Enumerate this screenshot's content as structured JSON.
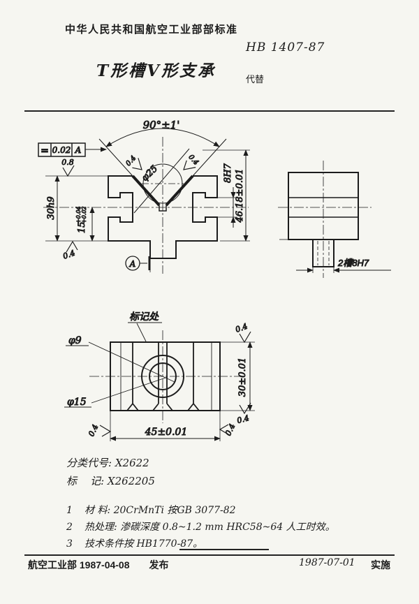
{
  "header": {
    "org": "中华人民共和国航空工业部部标准",
    "standard_no": "HB 1407-87",
    "title": "T形槽V形支承",
    "supersede_label": "代替"
  },
  "front_view": {
    "angle": "90°±1'",
    "tol_symbol": "=",
    "tol_value": "0.02",
    "tol_datum": "A",
    "rough_top": "0.8",
    "gauge_dia": "φ25",
    "rough_slope_left": "0.4",
    "rough_slope_right": "0.4",
    "slot_width": "8H7",
    "gauge_height": "46.18±0.01",
    "height": "30h9",
    "head_dim": "15",
    "head_tol_upper": "+0.04",
    "head_tol_lower": "+0.02",
    "rough_bottom": "0.4",
    "datum_label": "A"
  },
  "side_view": {
    "slot_label": "2槽8H7"
  },
  "bottom_view": {
    "mark_label": "标记处",
    "hole_dia": "φ9",
    "cbore_dia": "φ15",
    "width_dim": "30±0.01",
    "length_dim": "45±0.01",
    "rough_top": "0.4",
    "rough_bottom": "0.4",
    "rough_left": "0.4",
    "rough_right": "0.4"
  },
  "codes": {
    "class_label": "分类代号:",
    "class_value": "X2622",
    "mark_label": "标    记:",
    "mark_value": "X262205"
  },
  "notes": [
    {
      "num": "1",
      "text": "材  料:  20CrMnTi  按GB 3077-82"
    },
    {
      "num": "2",
      "text": "热处理:  渗碳深度 0.8~1.2 mm   HRC58~64   人工时效。"
    },
    {
      "num": "3",
      "text": "技术条件按 HB1770-87。"
    }
  ],
  "footer": {
    "org_date": "航空工业部 1987-04-08",
    "publish_label": "发布",
    "impl_date": "1987-07-01",
    "impl_label": "实施"
  }
}
